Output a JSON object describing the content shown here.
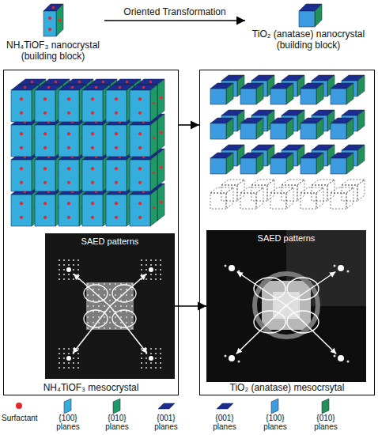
{
  "diagram": {
    "nodes": [
      {
        "text": [
          "NH₄TiOF₃ nanocrystal (building block)"
        ]
      },
      {
        "text": [
          "TiO₂ (anatase) nanocrystal (building block)"
        ]
      },
      {
        "text": [
          "NH₄TiOF₃ mesocrystal"
        ]
      },
      {
        "text": [
          "SAED patterns"
        ],
        "in": 2
      },
      {
        "text": [
          "TiO₂ (anatase) mesocrsytal"
        ]
      },
      {
        "text": [
          "SAED patterns"
        ],
        "in": 4
      }
    ],
    "edges": [
      {
        "from": 0,
        "to": 1,
        "arrow": "to",
        "label": "Oriented Transformation"
      },
      {
        "from": 2,
        "to": 4,
        "arrow": "to"
      },
      {
        "from": 3,
        "to": 5,
        "arrow": "to"
      }
    ],
    "legend": [
      {
        "text": "Surfactant",
        "color": "#e8262a"
      },
      {
        "text": "{100} planes",
        "color": "#35aede"
      },
      {
        "text": "{010} planes",
        "color": "#1f9a66"
      },
      {
        "text": "{001} planes",
        "color": "#1d2d8f"
      },
      {
        "text": "{001} planes",
        "color": "#1d2d8f"
      },
      {
        "text": "{100} planes",
        "color": "#3d9be0"
      },
      {
        "text": "{010} planes",
        "color": "#23905a"
      }
    ]
  }
}
